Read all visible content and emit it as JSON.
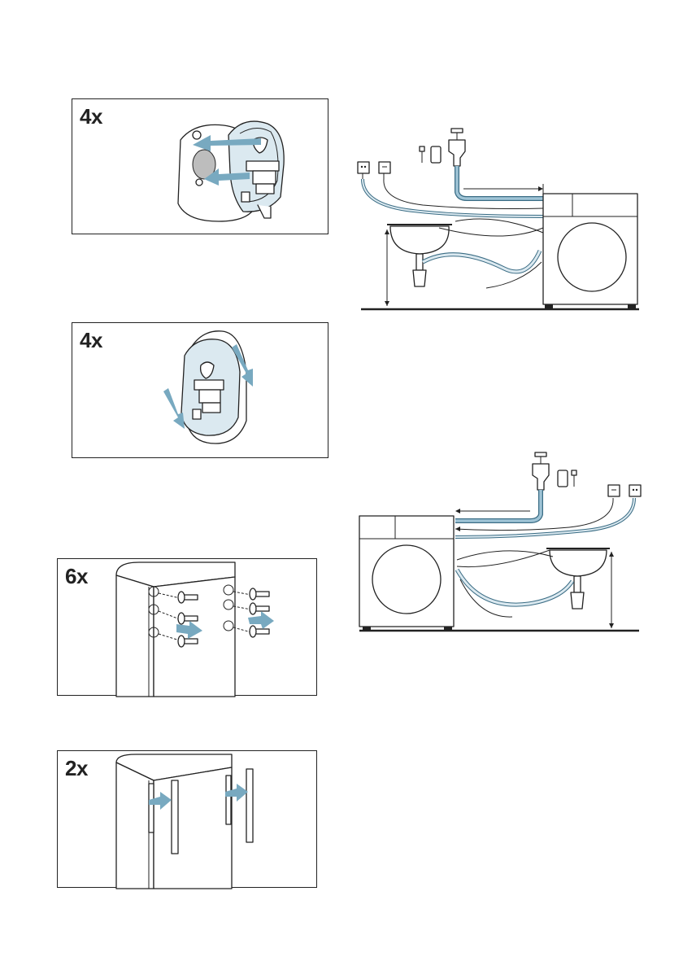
{
  "panels": [
    {
      "id": "p1",
      "count": "4x"
    },
    {
      "id": "p2",
      "count": "4x"
    },
    {
      "id": "p3",
      "count": "6x"
    },
    {
      "id": "p4",
      "count": "2x"
    }
  ],
  "colors": {
    "accent_blue": "#78a9c0",
    "light_blue": "#dbe9f0",
    "line": "#222222"
  },
  "icons": [
    "wall-plug-socket-icon",
    "earthed-socket-icon",
    "water-tap-icon",
    "hose-fittings-icon",
    "sink-icon",
    "washing-machine-icon",
    "screw-icon",
    "cover-cap-icon",
    "rail-bracket-icon"
  ]
}
